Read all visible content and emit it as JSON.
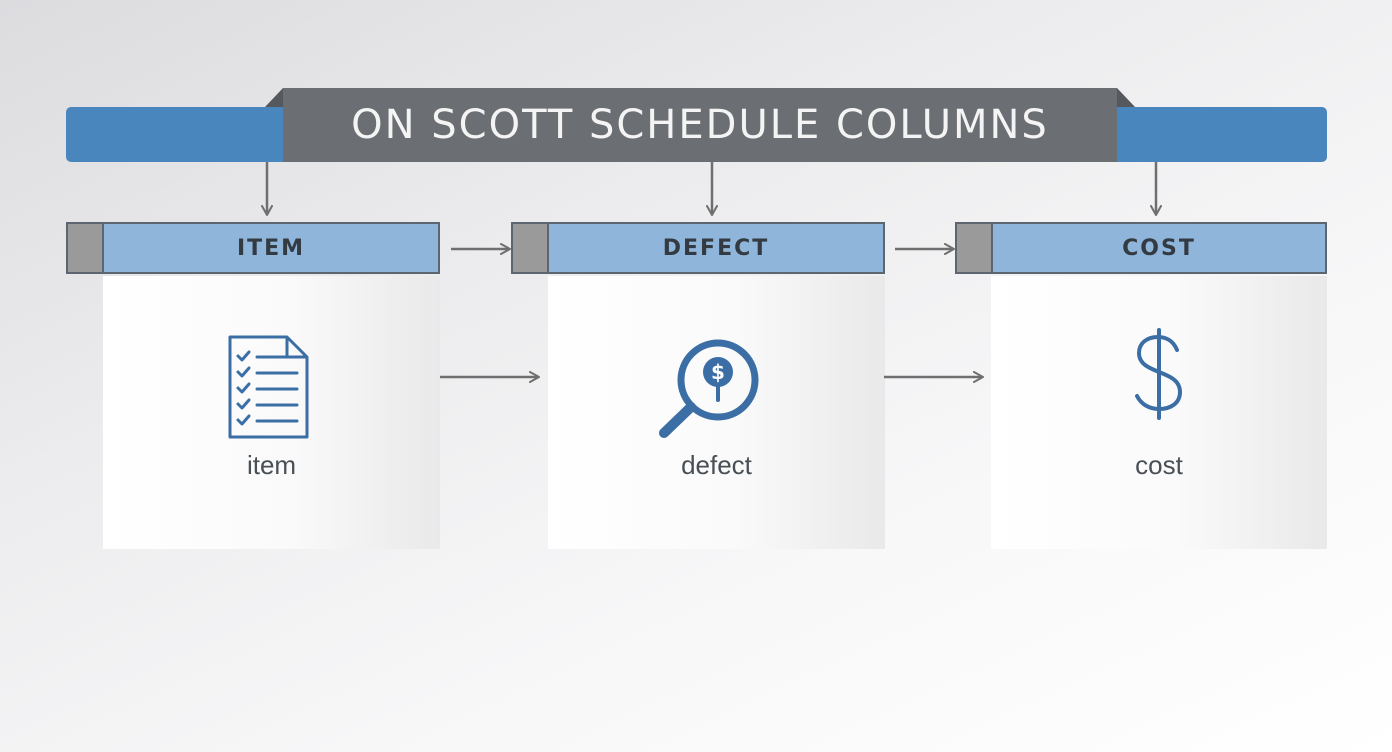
{
  "banner": {
    "title": "ON SCOTT SCHEDULE COLUMNS"
  },
  "columns": [
    {
      "header": "ITEM",
      "caption": "item",
      "icon": "checklist-document-icon"
    },
    {
      "header": "DEFECT",
      "caption": "defect",
      "icon": "magnifier-dollar-icon"
    },
    {
      "header": "COST",
      "caption": "cost",
      "icon": "dollar-sign-icon"
    }
  ],
  "colors": {
    "banner_blue": "#4a86be",
    "banner_gray": "#6b6e72",
    "header_blue": "#8fb6da",
    "icon_blue": "#3b6ea5",
    "arrow_gray": "#6f6f6f"
  }
}
